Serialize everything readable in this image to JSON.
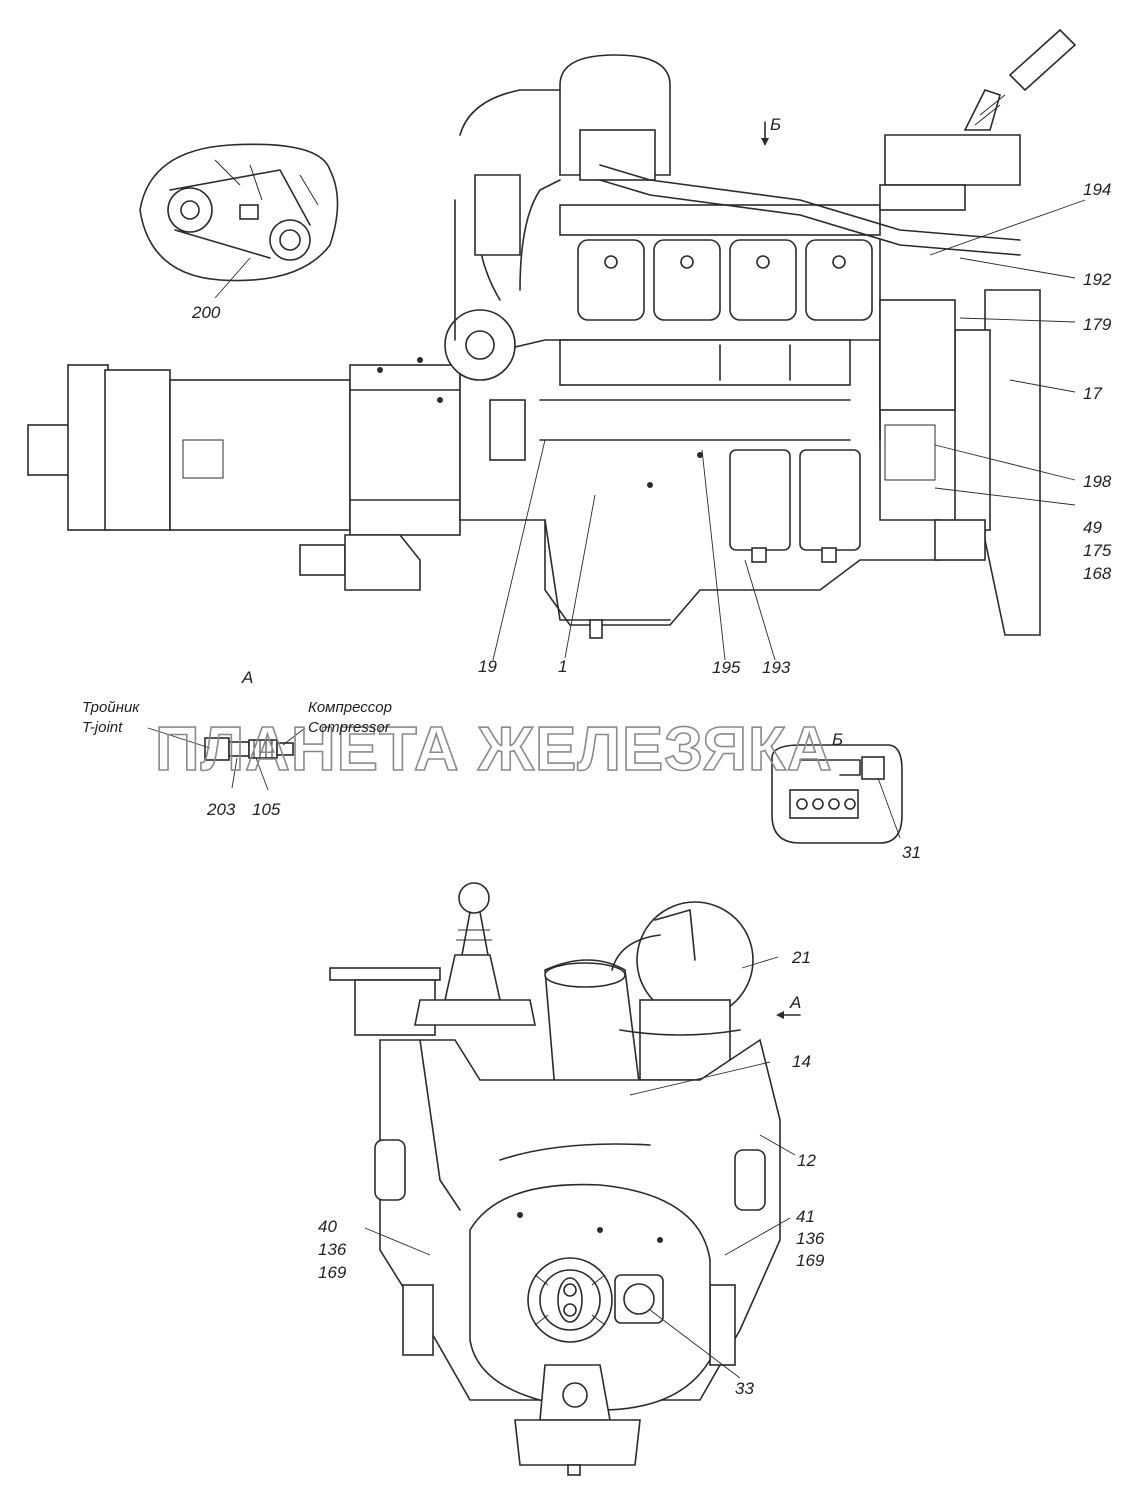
{
  "watermark": "ПЛАНЕТА ЖЕЛЕЗЯКА",
  "view_markers": {
    "a_detail": "А",
    "b_detail": "Б",
    "b_top": "Б",
    "a_bottom": "А"
  },
  "part_texts": {
    "tee_ru": "Тройник",
    "tee_en": "T-joint",
    "compressor_ru": "Компрессор",
    "compressor_en": "Compressor"
  },
  "callouts_side": {
    "p194": "194",
    "p192": "192",
    "p179": "179",
    "p17": "17",
    "p198": "198",
    "p49": "49",
    "p175": "175",
    "p168": "168",
    "p200": "200",
    "p19": "19",
    "p1": "1",
    "p195": "195",
    "p193": "193"
  },
  "callouts_detail": {
    "p203": "203",
    "p105": "105",
    "p31": "31"
  },
  "callouts_front": {
    "p21": "21",
    "p14": "14",
    "p12": "12",
    "p40": "40",
    "p136a": "136",
    "p169a": "169",
    "p41": "41",
    "p136b": "136",
    "p169b": "169",
    "p33": "33"
  }
}
